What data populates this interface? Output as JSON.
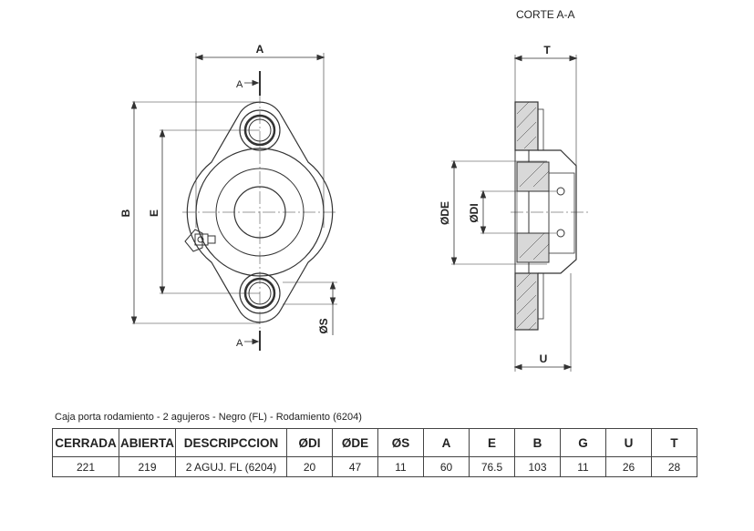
{
  "drawing": {
    "section_title": "CORTE A-A",
    "front_view": {
      "dim_a": "A",
      "dim_b": "B",
      "dim_e": "E",
      "dim_s": "ØS",
      "section_mark_top": "A",
      "section_mark_bottom": "A"
    },
    "section_view": {
      "dim_t": "T",
      "dim_u": "U",
      "dim_de": "ØDE",
      "dim_di": "ØDI"
    }
  },
  "caption": "Caja porta rodamiento - 2 agujeros - Negro (FL) - Rodamiento (6204)",
  "table": {
    "headers": [
      "CERRADA",
      "ABIERTA",
      "DESCRIPCCION",
      "ØDI",
      "ØDE",
      "ØS",
      "A",
      "E",
      "B",
      "G",
      "U",
      "T"
    ],
    "rows": [
      [
        "221",
        "219",
        "2 AGUJ. FL (6204)",
        "20",
        "47",
        "11",
        "60",
        "76.5",
        "103",
        "11",
        "26",
        "28"
      ]
    ]
  }
}
